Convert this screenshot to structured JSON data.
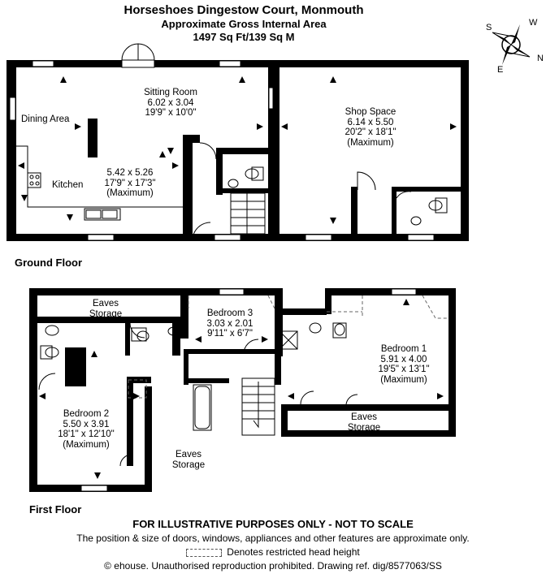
{
  "header": {
    "title": "Horseshoes Dingestow Court, Monmouth",
    "subtitle": "Approximate Gross Internal Area",
    "area": "1497 Sq Ft/139 Sq M"
  },
  "compass": {
    "s": "S",
    "w": "W",
    "e": "E",
    "n": "N"
  },
  "ground_floor": {
    "label": "Ground Floor",
    "sitting_room": {
      "name": "Sitting Room",
      "metric": "6.02 x 3.04",
      "imperial": "19'9\" x 10'0\""
    },
    "dining_area": {
      "name": "Dining Area"
    },
    "kitchen": {
      "name": "Kitchen",
      "metric": "5.42 x 5.26",
      "imperial": "17'9\" x 17'3\"",
      "note": "(Maximum)"
    },
    "shop_space": {
      "name": "Shop Space",
      "metric": "6.14 x 5.50",
      "imperial": "20'2\" x 18'1\"",
      "note": "(Maximum)"
    }
  },
  "first_floor": {
    "label": "First Floor",
    "eaves_1": {
      "line1": "Eaves",
      "line2": "Storage"
    },
    "bedroom_3": {
      "name": "Bedroom 3",
      "metric": "3.03 x 2.01",
      "imperial": "9'11\" x 6'7\""
    },
    "bedroom_1": {
      "name": "Bedroom 1",
      "metric": "5.91 x 4.00",
      "imperial": "19'5\" x 13'1\"",
      "note": "(Maximum)"
    },
    "bedroom_2": {
      "name": "Bedroom 2",
      "metric": "5.50 x 3.91",
      "imperial": "18'1\" x 12'10\"",
      "note": "(Maximum)"
    },
    "eaves_2": {
      "line1": "Eaves",
      "line2": "Storage"
    },
    "eaves_3": {
      "line1": "Eaves",
      "line2": "Storage"
    }
  },
  "footer": {
    "disclaimer": "FOR ILLUSTRATIVE PURPOSES ONLY - NOT TO SCALE",
    "note": "The position & size of doors, windows, appliances and other features are approximate only.",
    "legend": "Denotes restricted head height",
    "copyright": "© ehouse. Unauthorised reproduction prohibited. Drawing ref. dig/8577063/SS"
  }
}
